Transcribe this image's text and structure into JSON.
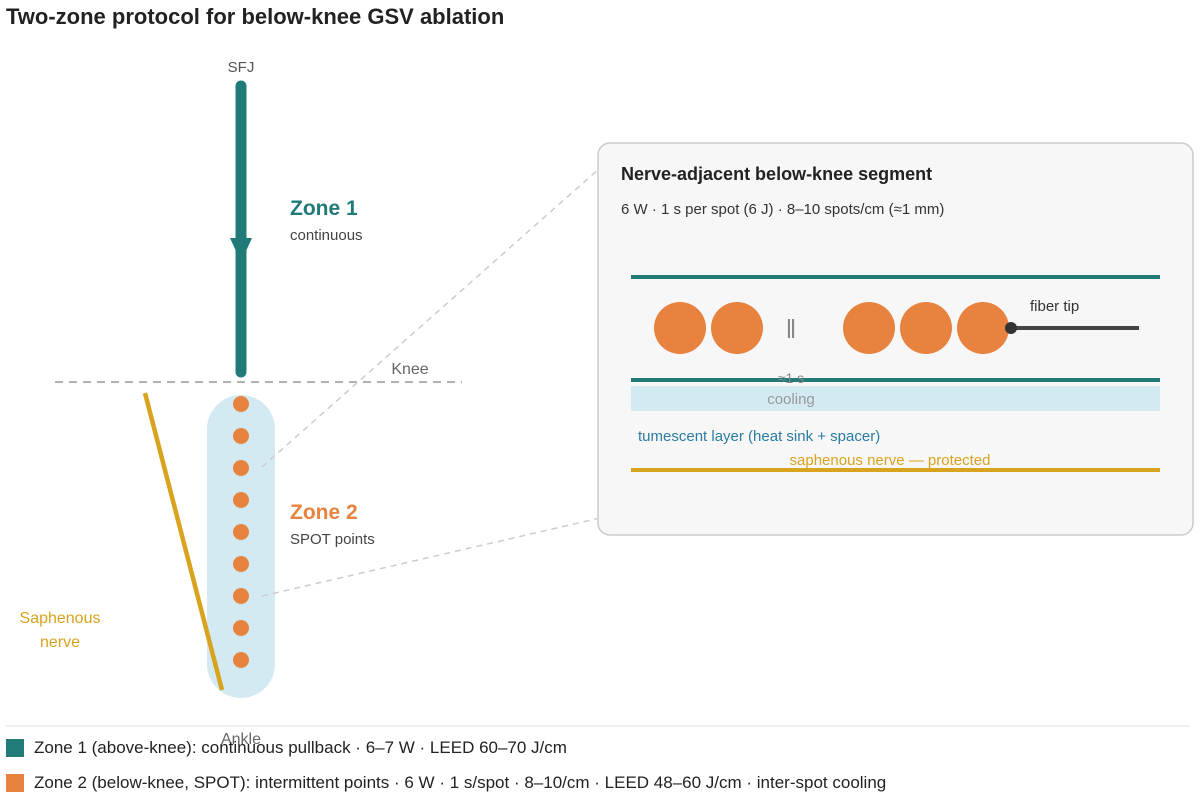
{
  "title": "Two-zone protocol for below-knee GSV ablation",
  "colors": {
    "zone1": "#1f7a78",
    "zone2": "#e8833f",
    "nerve": "#d8a31e",
    "tumescent": "#d4eaf3",
    "callout_border": "#cccccc",
    "tumescent_text": "#2a7ca0"
  },
  "leg": {
    "sfj_label": "SFJ",
    "knee_label": "Knee",
    "ankle_label": "Ankle",
    "zone1_title": "Zone 1",
    "zone1_sub": "continuous",
    "zone2_title": "Zone 2",
    "zone2_sub": "SPOT points",
    "zone2_spot_count": 9,
    "nerve_label_line1": "Saphenous",
    "nerve_label_line2": "nerve"
  },
  "callout": {
    "title": "Nerve-adjacent below-knee segment",
    "params": "6 W · 1 s per spot (6 J) · 8–10 spots/cm (≈1 mm)",
    "pause_symbol": "‖",
    "cooling_line1": "≈1 s",
    "cooling_line2": "cooling",
    "fiber_label": "fiber tip",
    "tumescent_label": "tumescent layer (heat sink + spacer)",
    "nerve_label": "saphenous nerve — protected"
  },
  "legend": [
    {
      "label": "Zone 1 (above-knee): continuous pullback · 6–7 W · LEED 60–70 J/cm",
      "color": "#1f7a78"
    },
    {
      "label": "Zone 2 (below-knee, SPOT): intermittent points · 6 W · 1 s/spot · 8–10/cm · LEED 48–60 J/cm · inter-spot cooling",
      "color": "#e8833f"
    }
  ]
}
